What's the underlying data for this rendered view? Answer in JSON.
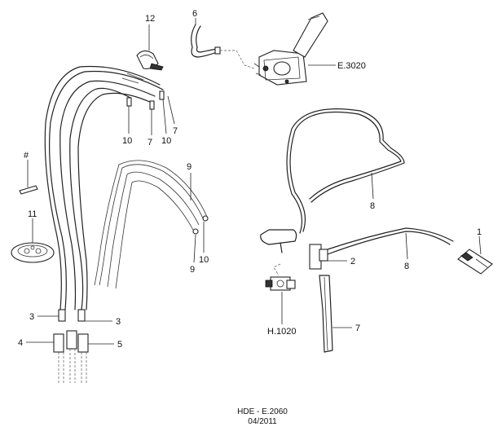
{
  "callouts": {
    "c12": "12",
    "c6": "6",
    "e3020": "E.3020",
    "c10a": "10",
    "c7a": "7",
    "c10b": "10",
    "c7b": "7",
    "hash": "#",
    "c11": "11",
    "c9a": "9",
    "c9b": "9",
    "c10c": "10",
    "c8a": "8",
    "c1": "1",
    "c2": "2",
    "c8b": "8",
    "h1020": "H.1020",
    "c7c": "7",
    "c3a": "3",
    "c3b": "3",
    "c4": "4",
    "c5": "5"
  },
  "footer": {
    "ref": "HDE - E.2060",
    "date": "04/2011"
  }
}
